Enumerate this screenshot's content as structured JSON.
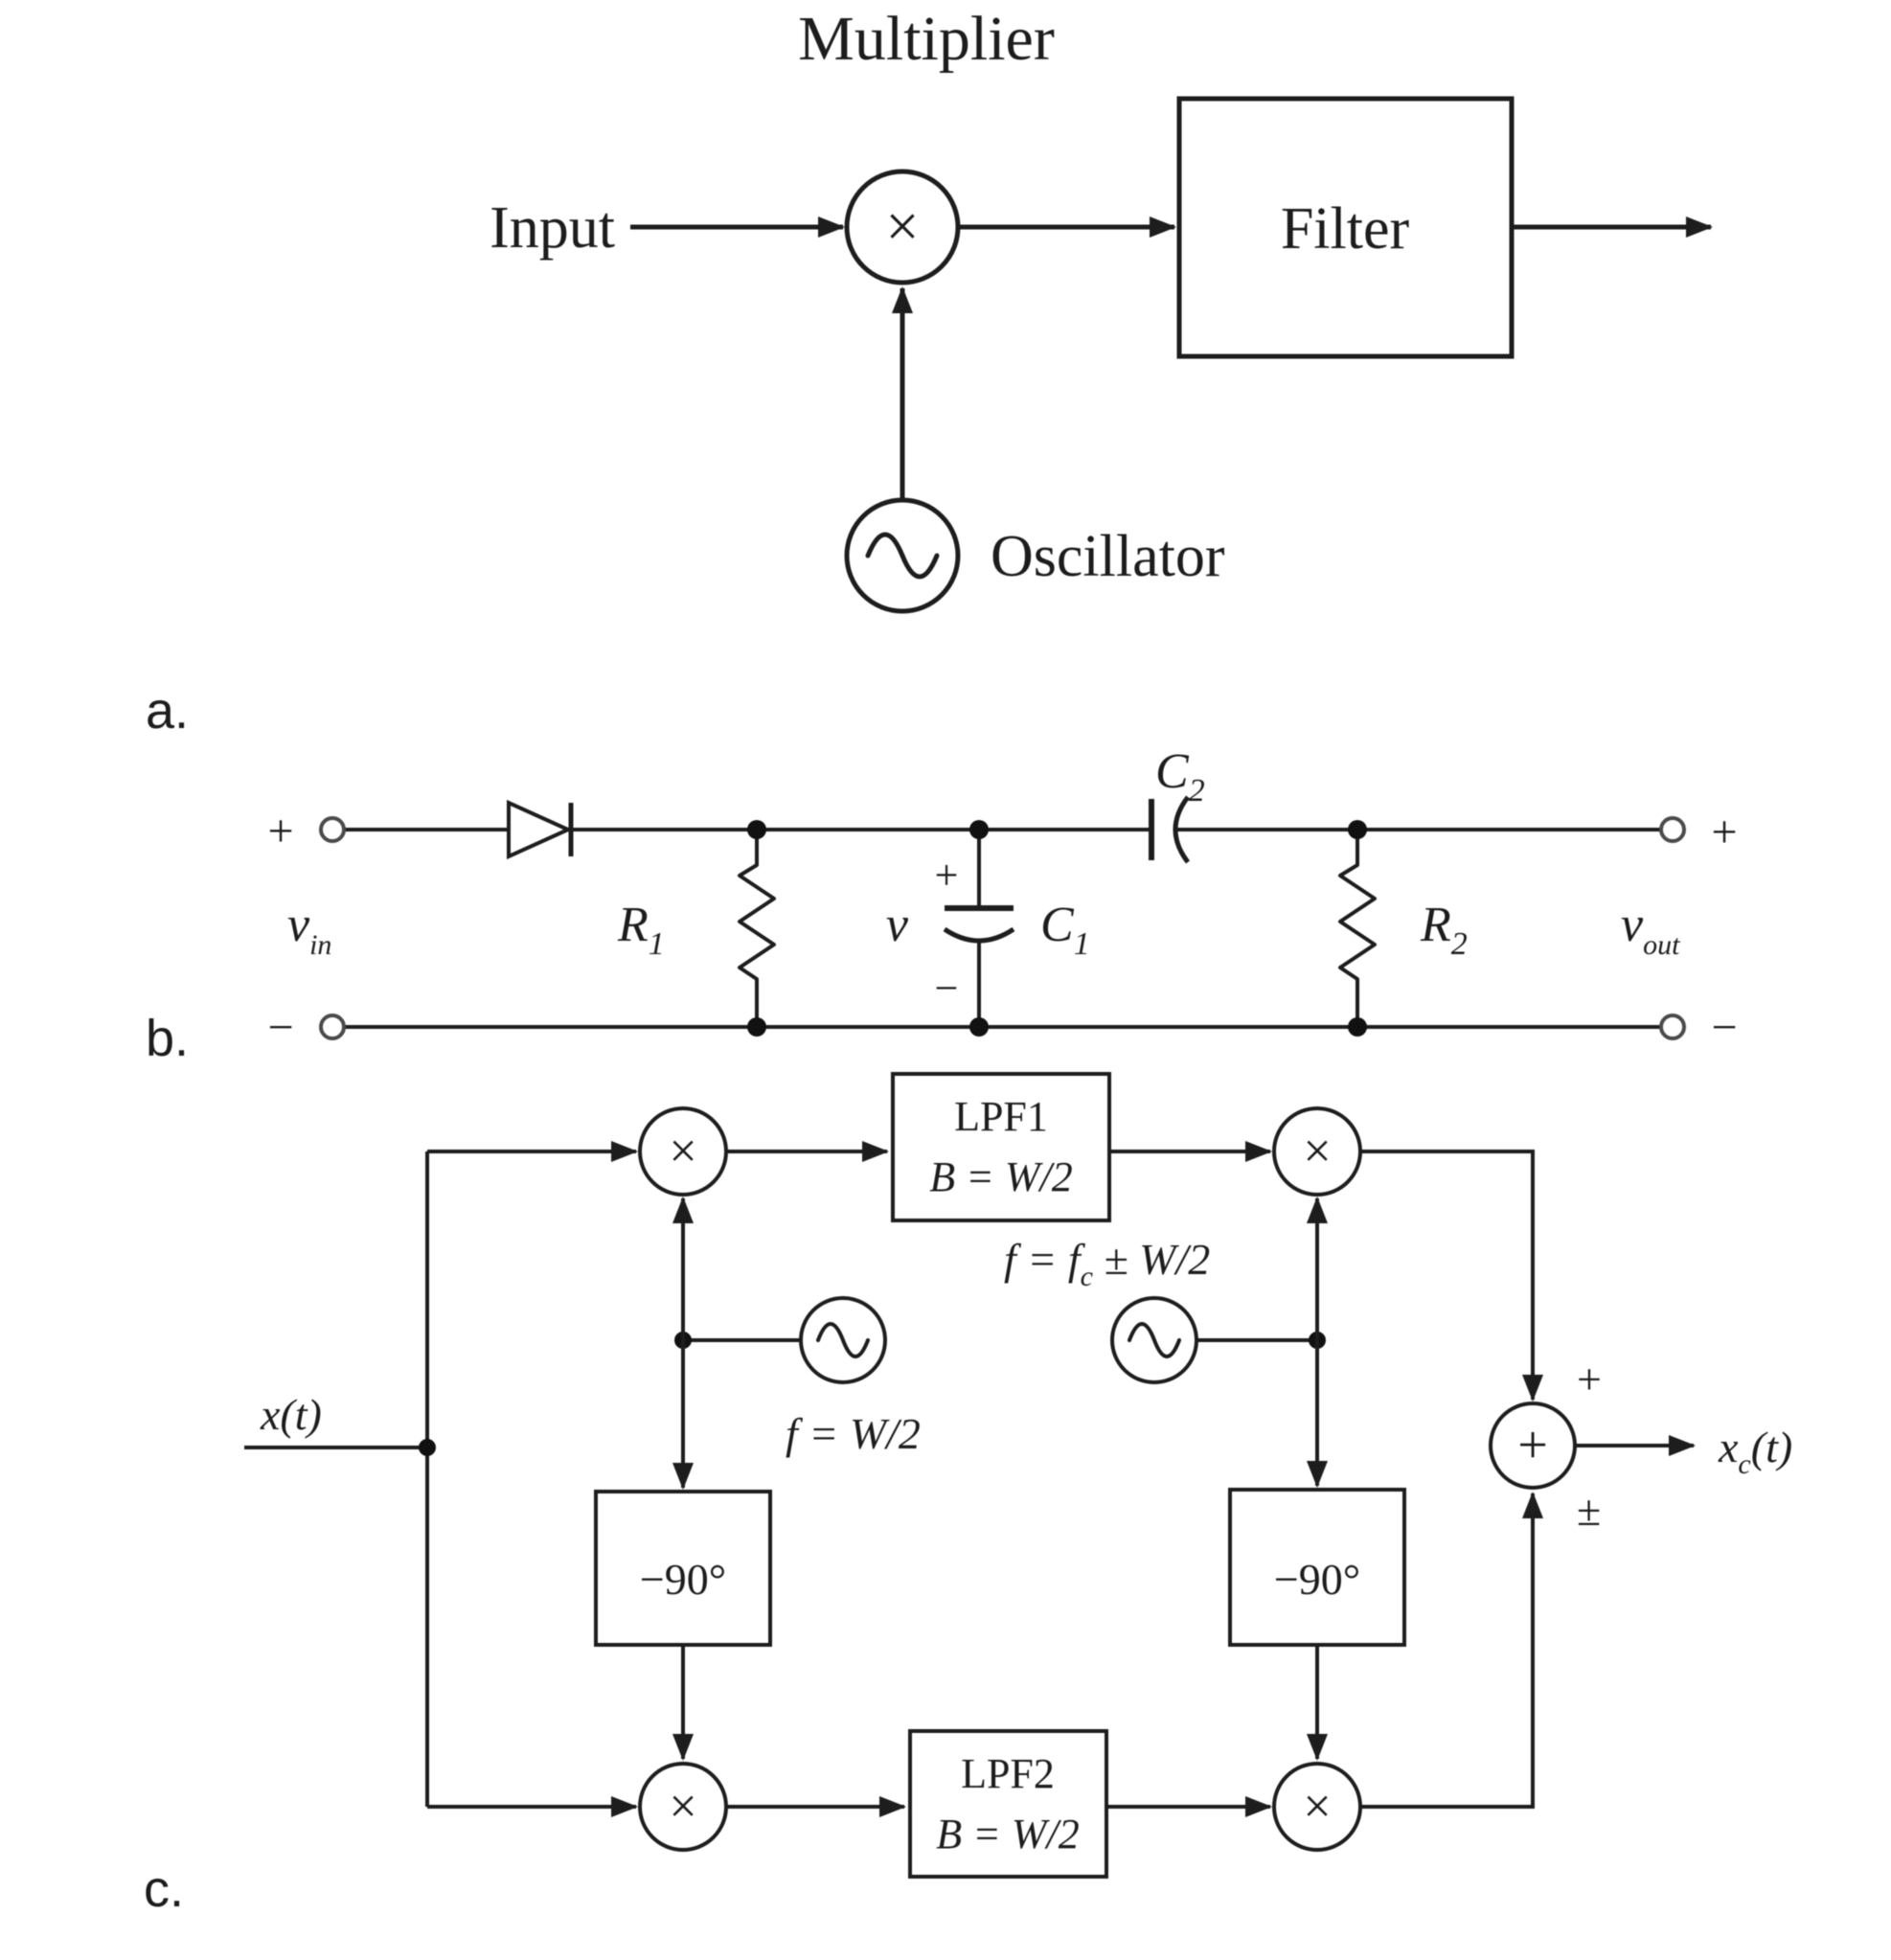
{
  "panel_a": {
    "label": "a.",
    "title": "Multiplier",
    "input_label": "Input",
    "filter_label": "Filter",
    "oscillator_label": "Oscillator",
    "multiply_symbol": "×"
  },
  "panel_b": {
    "label": "b.",
    "in_plus": "+",
    "in_minus": "−",
    "out_plus": "+",
    "out_minus": "−",
    "vin_base": "v",
    "vin_sub": "in",
    "vout_base": "v",
    "vout_sub": "out",
    "r1_base": "R",
    "r1_sub": "1",
    "r2_base": "R",
    "r2_sub": "2",
    "c1_base": "C",
    "c1_sub": "1",
    "c2_base": "C",
    "c2_sub": "2",
    "cap_voltage": "v",
    "cap_plus": "+",
    "cap_minus": "−"
  },
  "panel_c": {
    "label": "c.",
    "input_signal": "x(t)",
    "output_base": "x",
    "output_sub": "c",
    "output_rest": "(t)",
    "lpf1_name": "LPF1",
    "lpf1_bandwidth": "B = W/2",
    "lpf2_name": "LPF2",
    "lpf2_bandwidth": "B = W/2",
    "osc1_freq": "f = W/2",
    "osc2_freq_pre": "f = f",
    "osc2_freq_sub": "c",
    "osc2_freq_post": " ± W/2",
    "phase_left": "−90°",
    "phase_right": "−90°",
    "multiply_symbol": "×",
    "sum_symbol": "+",
    "sum_top_sign": "+",
    "sum_bottom_sign": "±"
  }
}
